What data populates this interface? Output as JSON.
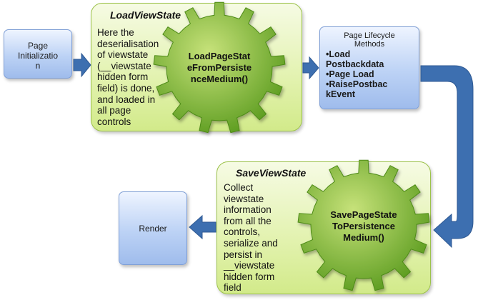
{
  "page_init": {
    "lines": [
      "Page",
      "Initializatio",
      "n"
    ]
  },
  "load_view_state": {
    "title": "LoadViewState",
    "description_lines": [
      "Here the",
      "deserialisation",
      "of viewstate",
      "(__viewstate",
      "hidden form",
      "field) is done,",
      "and loaded in",
      "all page",
      "controls"
    ],
    "gear_lines": [
      "LoadPageStat",
      "eFromPersiste",
      "nceMedium()"
    ]
  },
  "lifecycle": {
    "header_lines": [
      "Page Lifecycle",
      "Methods"
    ],
    "items": [
      "•Load",
      "Postbackdata",
      "•Page Load",
      "•RaisePostbac",
      "kEvent"
    ]
  },
  "save_view_state": {
    "title": "SaveViewState",
    "description_lines": [
      "Collect",
      "viewstate",
      "information",
      "from all the",
      "controls,",
      "serialize and",
      "persist in",
      "__viewstate",
      "hidden form",
      "field"
    ],
    "gear_lines": [
      "SavePageState",
      "ToPersistence",
      "Medium()"
    ]
  },
  "render": {
    "label": "Render"
  },
  "colors": {
    "gear_light": "#c7e27a",
    "gear_dark": "#5f9e22",
    "arrow": "#3d6fb0",
    "box_blue": "#bcd2f5",
    "box_green": "#e2f2ae"
  }
}
